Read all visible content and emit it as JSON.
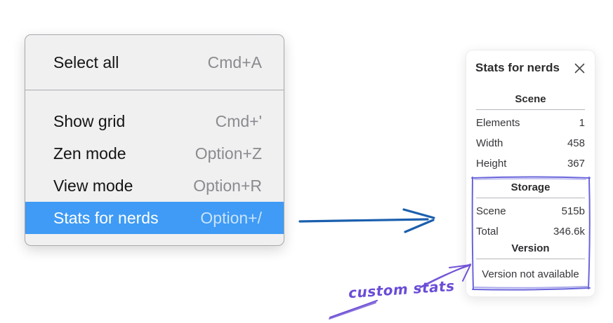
{
  "context_menu": {
    "items": [
      {
        "label": "Select all",
        "shortcut": "Cmd+A"
      },
      {
        "label": "Show grid",
        "shortcut": "Cmd+'"
      },
      {
        "label": "Zen mode",
        "shortcut": "Option+Z"
      },
      {
        "label": "View mode",
        "shortcut": "Option+R"
      },
      {
        "label": "Stats for nerds",
        "shortcut": "Option+/"
      }
    ],
    "selected_item": "Stats for nerds",
    "selection_color": "#3f9bf5"
  },
  "stats_panel": {
    "title": "Stats for nerds",
    "sections": {
      "scene": {
        "header": "Scene",
        "rows": [
          {
            "label": "Elements",
            "value": "1"
          },
          {
            "label": "Width",
            "value": "458"
          },
          {
            "label": "Height",
            "value": "367"
          }
        ]
      },
      "storage": {
        "header": "Storage",
        "rows": [
          {
            "label": "Scene",
            "value": "515b"
          },
          {
            "label": "Total",
            "value": "346.6k"
          }
        ]
      },
      "version": {
        "header": "Version",
        "note": "Version not available"
      }
    }
  },
  "annotation": {
    "label": "custom stats",
    "ink_color": "#6a4cd6",
    "box_color": "#6965db"
  },
  "pointer_arrow": {
    "color": "#1b5fae"
  }
}
